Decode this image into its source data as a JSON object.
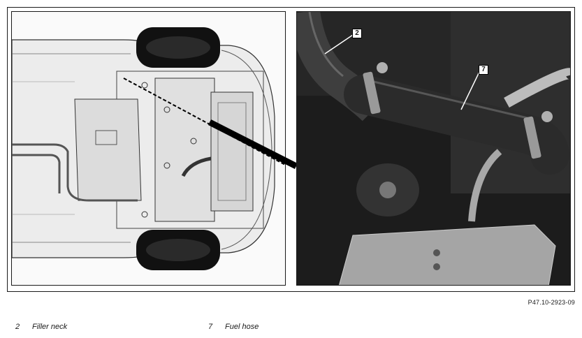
{
  "figure": {
    "reference_code": "P47.10-2923-09",
    "callouts": [
      {
        "id": "2",
        "label": "2"
      },
      {
        "id": "7",
        "label": "7"
      }
    ]
  },
  "legend": [
    {
      "number": "2",
      "text": "Filler neck"
    },
    {
      "number": "7",
      "text": "Fuel hose"
    }
  ]
}
